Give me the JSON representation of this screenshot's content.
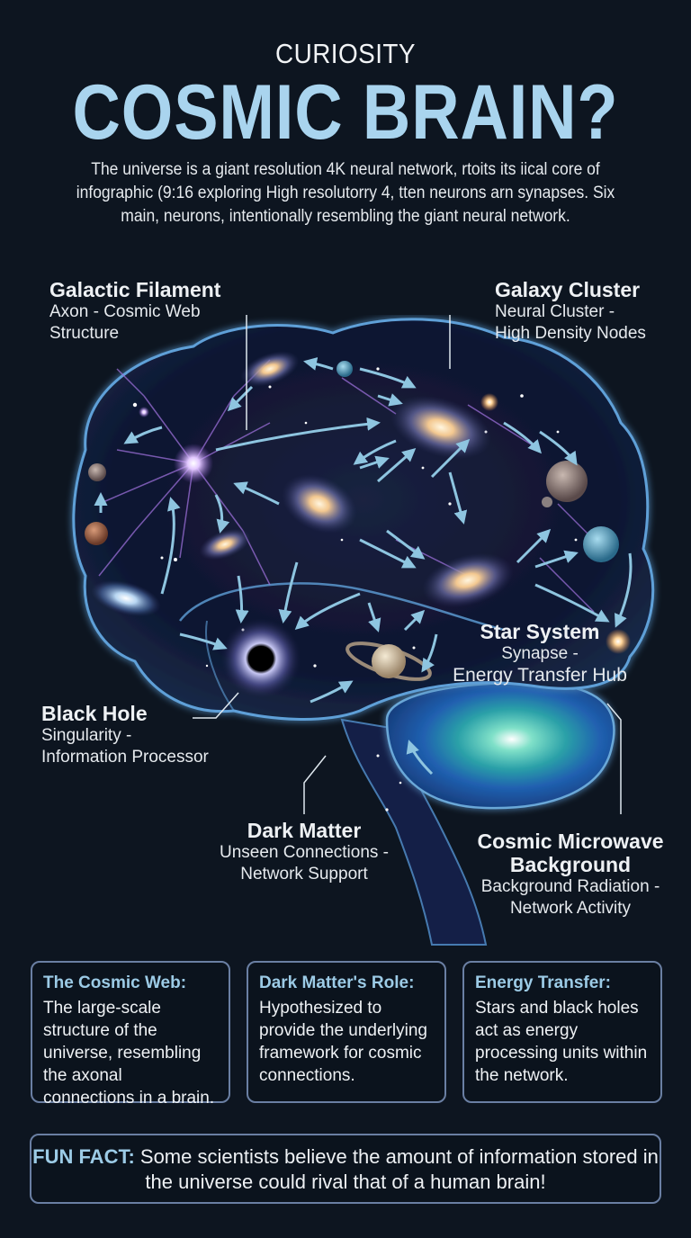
{
  "header": {
    "kicker": "CURIOSITY",
    "title": "COSMIC BRAIN?",
    "intro": "The universe is a giant resolution 4K neural network, rtoits its iical core of infographic (9:16 exploring High resolutorry 4, tten neurons arn synapses. Six main, neurons, intentionally resembling the giant neural network."
  },
  "labels": {
    "galactic_filament": {
      "title": "Galactic Filament",
      "line1": "Axon - Cosmic Web",
      "line2": "Structure"
    },
    "galaxy_cluster": {
      "title": "Galaxy Cluster",
      "line1": "Neural Cluster -",
      "line2": "High Density Nodes"
    },
    "star_system": {
      "title": "Star System",
      "line1": "Synapse -",
      "line2": "Energy Transfer Hub"
    },
    "black_hole": {
      "title": "Black Hole",
      "line1": "Singularity -",
      "line2": "Information Processor"
    },
    "dark_matter": {
      "title": "Dark Matter",
      "line1": "Unseen Connections -",
      "line2": "Network Support"
    },
    "cmb": {
      "title_line1": "Cosmic Microwave",
      "title_line2": "Background",
      "line1": "Background Radiation -",
      "line2": "Network Activity"
    }
  },
  "cards": [
    {
      "title": "The Cosmic Web:",
      "body": "The large-scale structure of the universe, resembling the axonal connections in a brain."
    },
    {
      "title": "Dark Matter's Role:",
      "body": "Hypothesized to provide the underlying framework for cosmic connections."
    },
    {
      "title": "Energy Transfer:",
      "body": "Stars and black holes act as energy processing units within the network."
    }
  ],
  "fun_fact": {
    "label": "FUN FACT:",
    "text": " Some scientists believe the amount of information stored in the universe could rival that of a human brain!"
  },
  "colors": {
    "background": "#0d1520",
    "title_blue": "#a9d4ee",
    "accent_blue": "#9ccbe6",
    "border": "#6a7fa3",
    "arrow": "#8ec5e0"
  }
}
